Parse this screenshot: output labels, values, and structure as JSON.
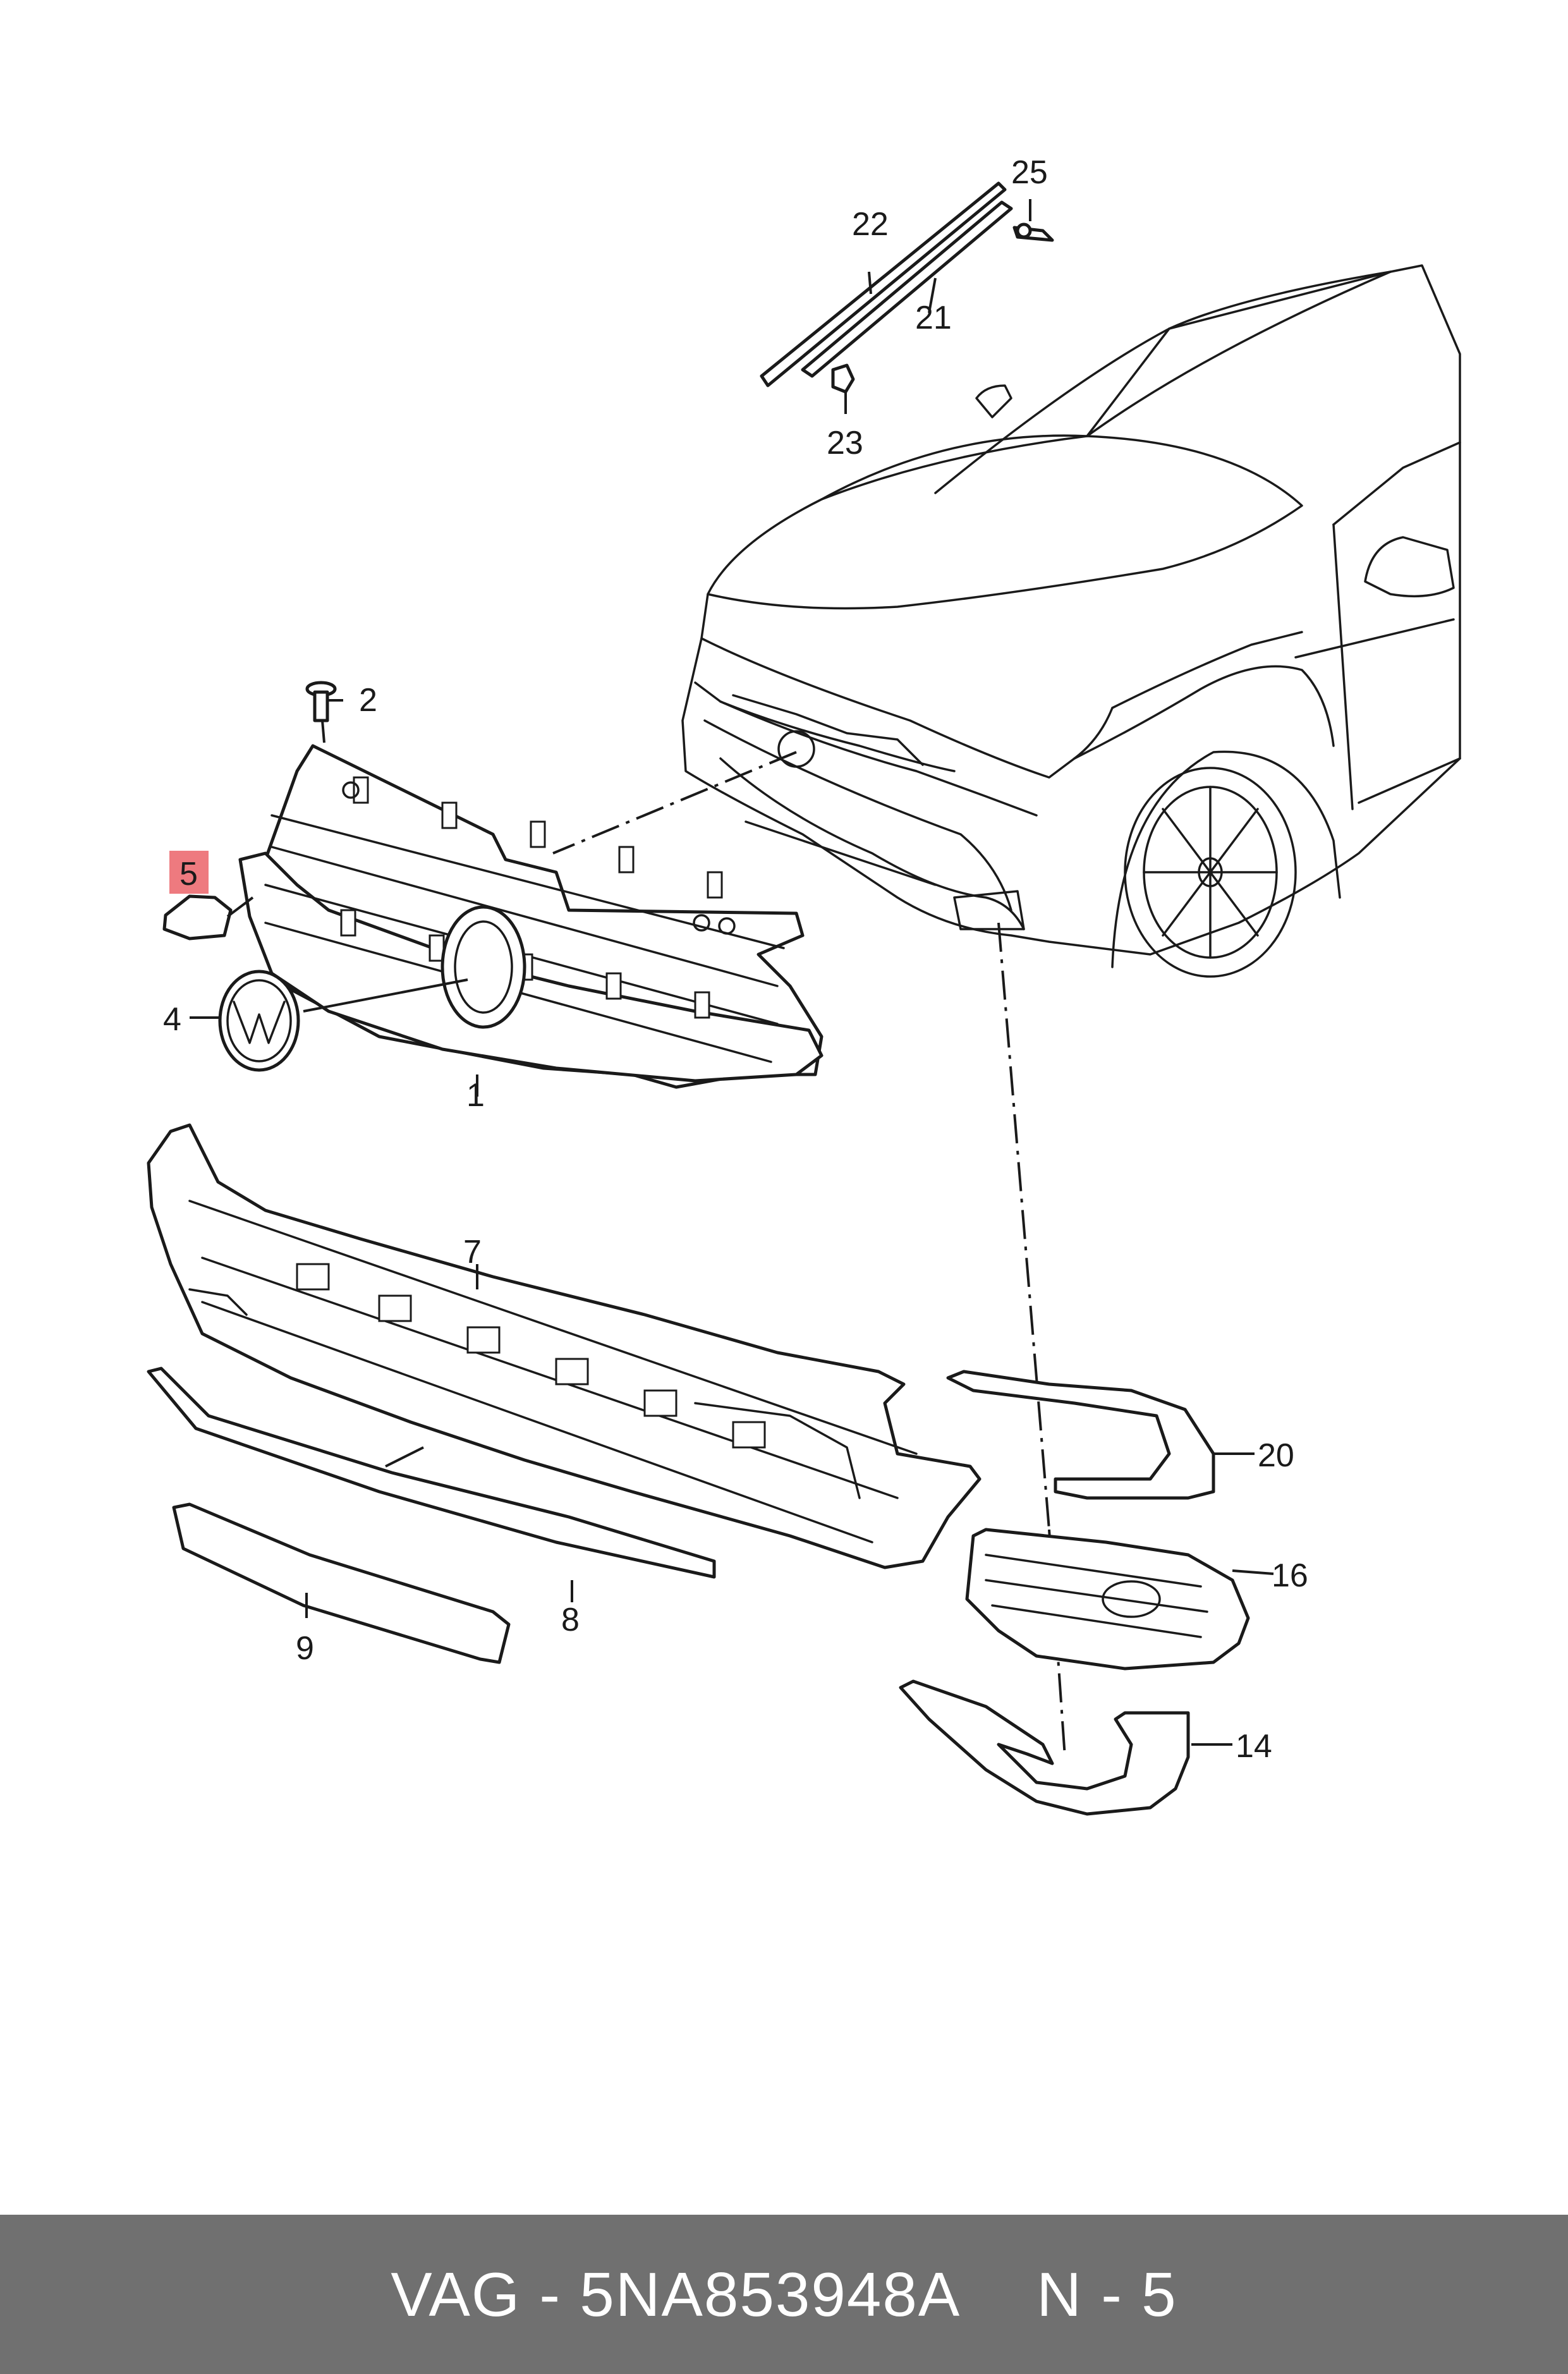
{
  "diagram": {
    "callouts": [
      {
        "id": "1",
        "label": "1"
      },
      {
        "id": "2",
        "label": "2"
      },
      {
        "id": "4",
        "label": "4"
      },
      {
        "id": "5",
        "label": "5",
        "highlighted": true
      },
      {
        "id": "7",
        "label": "7"
      },
      {
        "id": "8",
        "label": "8"
      },
      {
        "id": "9",
        "label": "9"
      },
      {
        "id": "14",
        "label": "14"
      },
      {
        "id": "16",
        "label": "16"
      },
      {
        "id": "20",
        "label": "20"
      },
      {
        "id": "21",
        "label": "21"
      },
      {
        "id": "22",
        "label": "22"
      },
      {
        "id": "23",
        "label": "23"
      },
      {
        "id": "25",
        "label": "25"
      }
    ],
    "highlight_color": "#ee7a7f",
    "line_color": "#1a1a1a"
  },
  "footer": {
    "brand": "VAG",
    "separator": "-",
    "part_number": "5NA853948A",
    "position_label": "N - 5",
    "background": "#707070",
    "text_color": "#ffffff"
  }
}
